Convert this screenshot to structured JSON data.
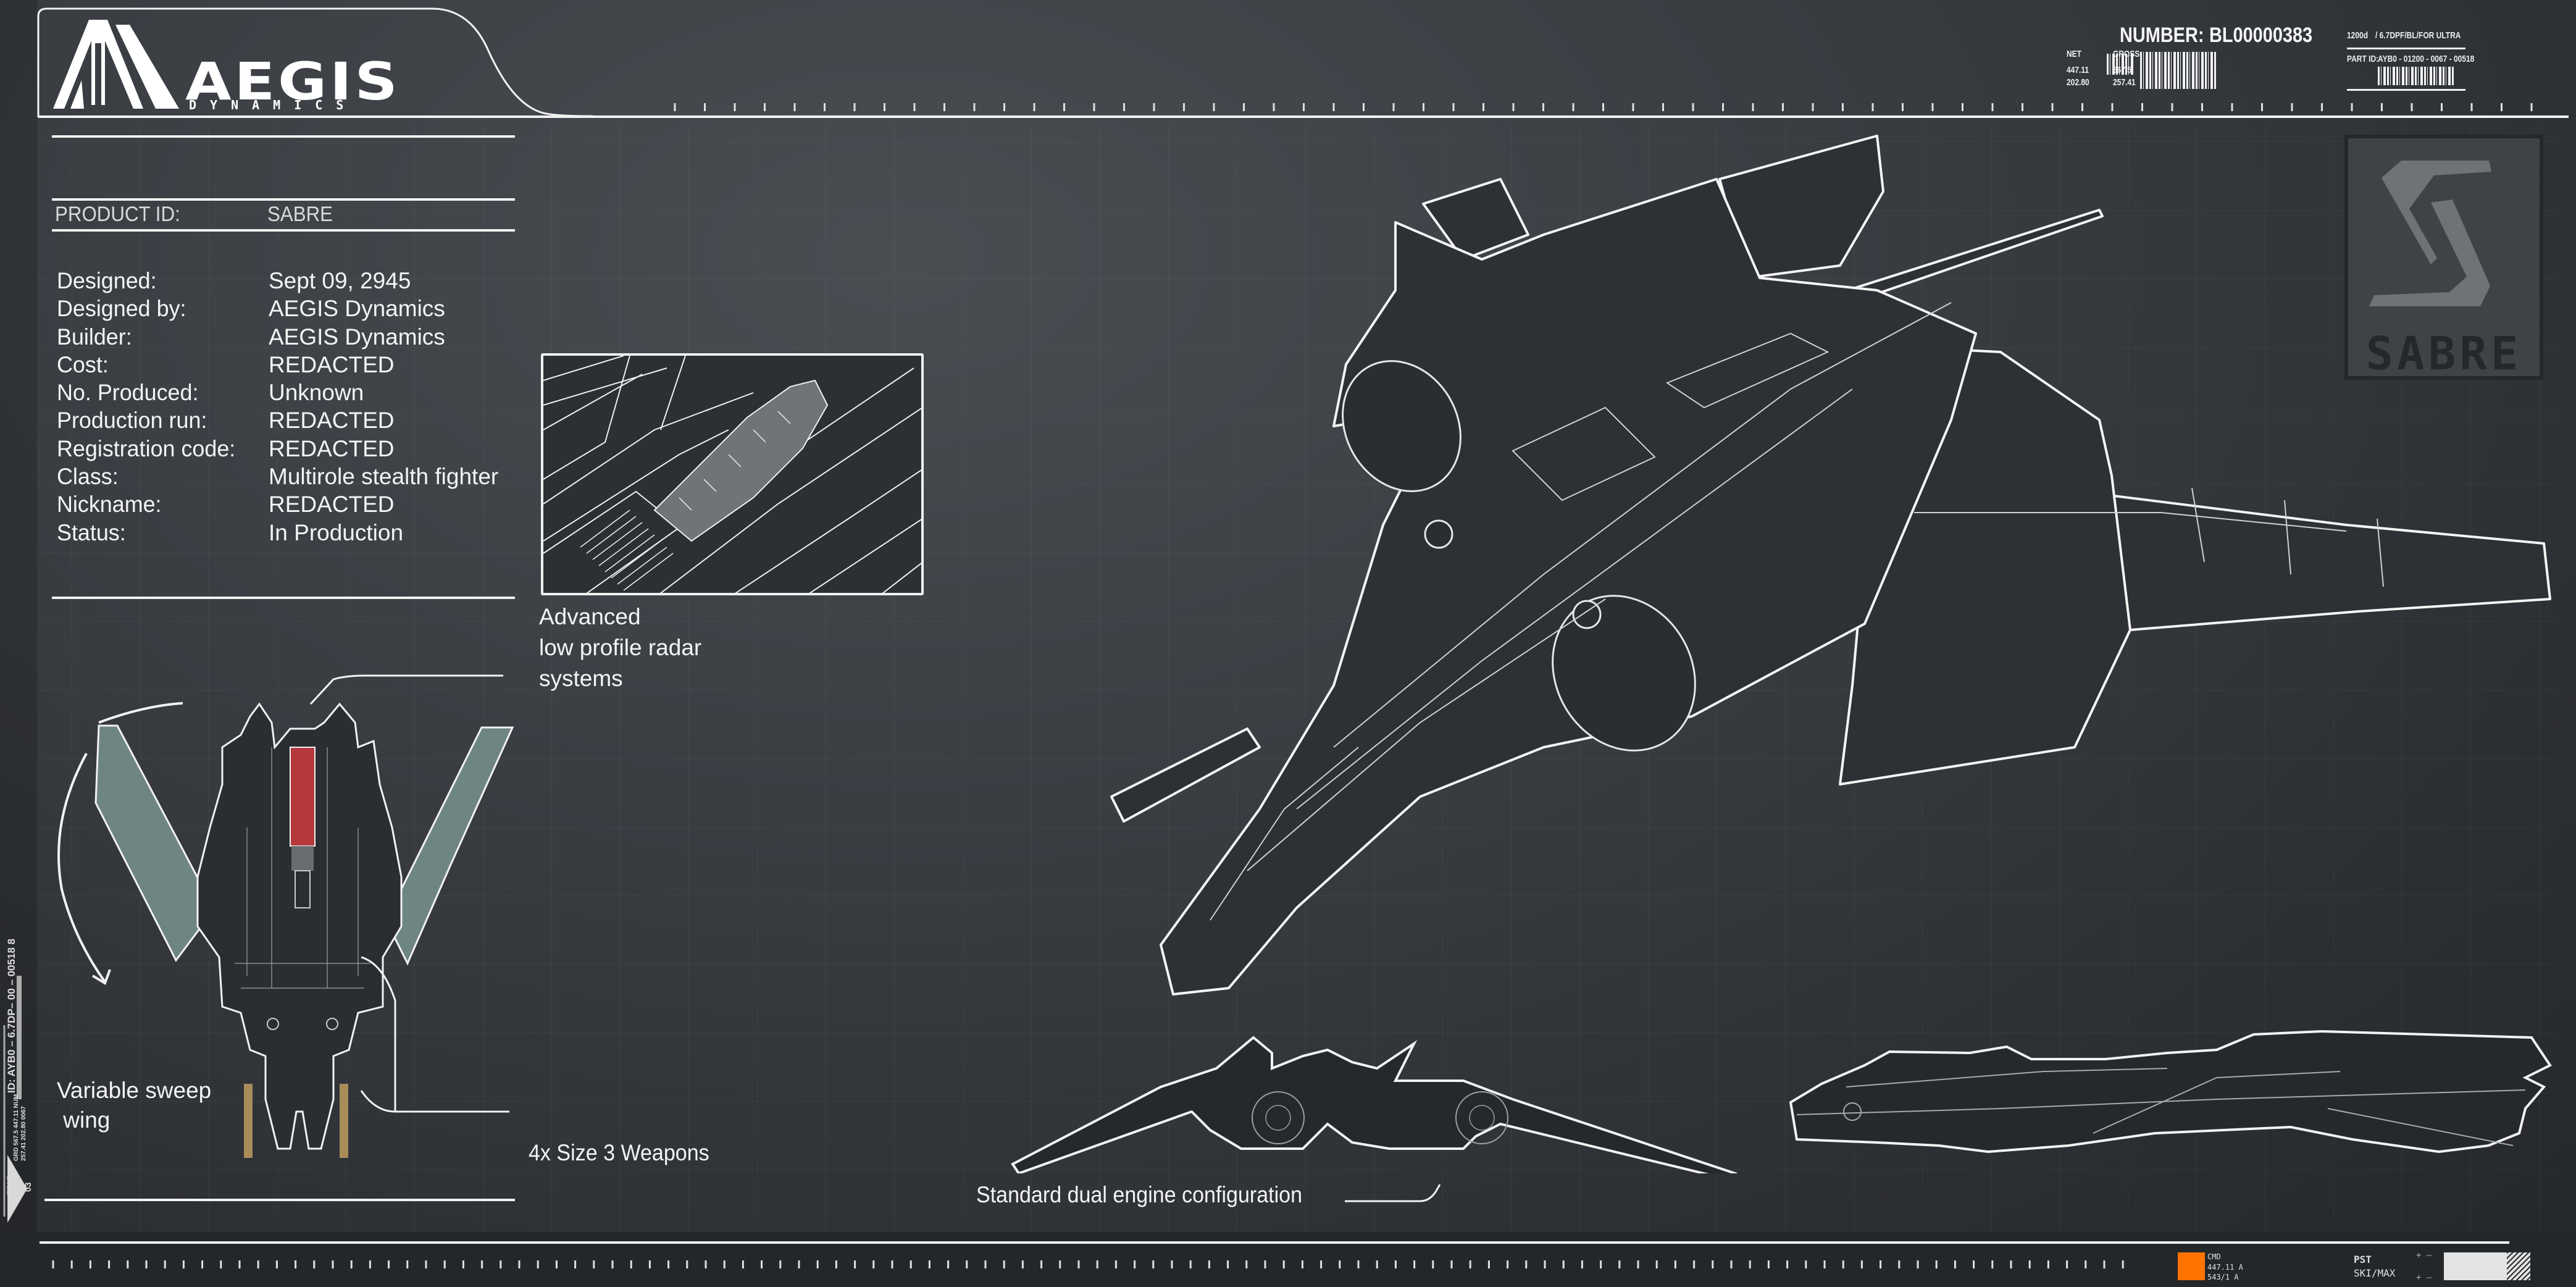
{
  "brand": {
    "name": "AEGIS",
    "subtitle": "DYNAMICS"
  },
  "header": {
    "number_label": "NUMBER:",
    "number_value": "BL00000383",
    "net_label": "NET",
    "net_values": [
      "447.11",
      "202.80"
    ],
    "gross_label": "GROSS",
    "gross_values": [
      "567.5",
      "257.41"
    ],
    "spec_code": "1200d",
    "spec_text": "/ 6.7DPF/BL/FOR ULTRA",
    "part_id_label": "PART ID:",
    "part_id_value": "AYB0 - 01200 - 0067 - 00518"
  },
  "product": {
    "id_label": "PRODUCT ID:",
    "id_value": "SABRE"
  },
  "specs": [
    {
      "key": "Designed:",
      "value": "Sept 09, 2945"
    },
    {
      "key": "Designed by:",
      "value": "AEGIS Dynamics"
    },
    {
      "key": "Builder:",
      "value": "AEGIS Dynamics"
    },
    {
      "key": "Cost:",
      "value": "REDACTED"
    },
    {
      "key": "No. Produced:",
      "value": "Unknown"
    },
    {
      "key": "Production run:",
      "value": "REDACTED"
    },
    {
      "key": "Registration code:",
      "value": "REDACTED"
    },
    {
      "key": "Class:",
      "value": "Multirole stealth fighter"
    },
    {
      "key": "Nickname:",
      "value": "REDACTED"
    },
    {
      "key": "Status:",
      "value": "In Production"
    }
  ],
  "callouts": {
    "radar": [
      "Advanced",
      "low profile radar",
      "systems"
    ],
    "wing": [
      "Variable sweep",
      " wing"
    ],
    "weapons": "4x Size 3 Weapons",
    "engine": "Standard dual engine configuration"
  },
  "badge": {
    "word": "SABRE"
  },
  "side_strip": {
    "id_label": "ID:",
    "id_value": "AYB0 – 6.7DP– 00 – 00518 8",
    "efsf": "EFSF",
    "grd": "GRD",
    "num": "NUM",
    "line1": "567.5  447.11",
    "line2": "257.41 202.80 0067",
    "code": "03"
  },
  "footer": {
    "cmd_label": "CMD",
    "cmd_values": [
      "447.11 A",
      "543/1 A"
    ],
    "pst_label": "PST",
    "pst_value": "SKI/MAX",
    "slider_fill_percent": 73
  },
  "colors": {
    "accent_orange": "#ff7300",
    "wing_teal": "#6f8583",
    "radar_red": "#b5393c",
    "weapon_gold": "#a88c5a"
  }
}
